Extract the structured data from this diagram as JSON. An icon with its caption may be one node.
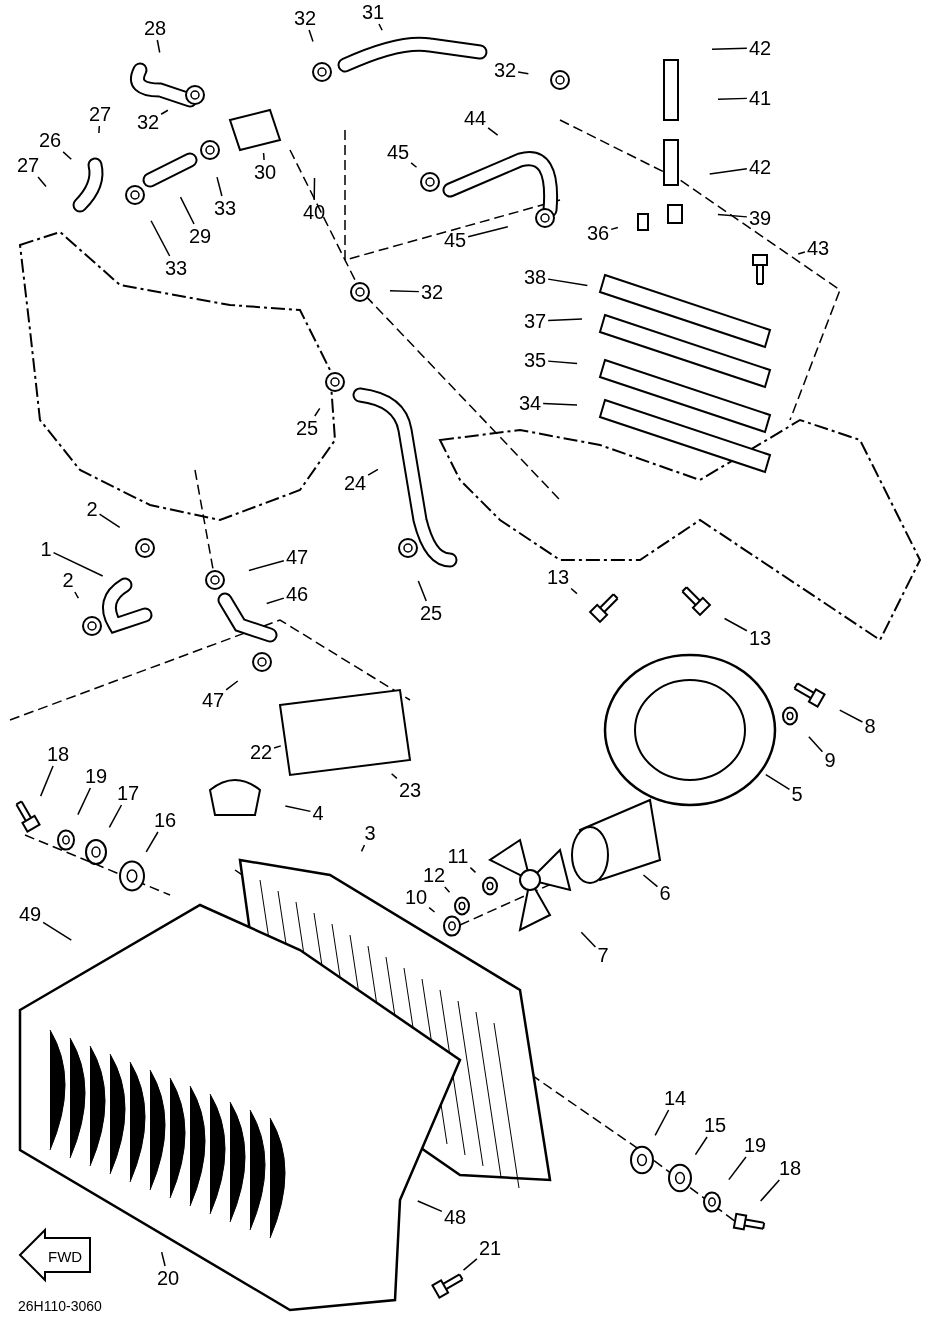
{
  "diagram": {
    "nodes": [
      {
        "text": [
          "28"
        ]
      },
      {
        "text": [
          "32"
        ]
      },
      {
        "text": [
          "31"
        ]
      },
      {
        "text": [
          "32"
        ]
      },
      {
        "text": [
          "42"
        ]
      },
      {
        "text": [
          "41"
        ]
      },
      {
        "text": [
          "27"
        ]
      },
      {
        "text": [
          "32"
        ]
      },
      {
        "text": [
          "26"
        ]
      },
      {
        "text": [
          "45"
        ]
      },
      {
        "text": [
          "44"
        ]
      },
      {
        "text": [
          "42"
        ]
      },
      {
        "text": [
          "27"
        ]
      },
      {
        "text": [
          "30"
        ]
      },
      {
        "text": [
          "33"
        ]
      },
      {
        "text": [
          "40"
        ]
      },
      {
        "text": [
          "39"
        ]
      },
      {
        "text": [
          "36"
        ]
      },
      {
        "text": [
          "29"
        ]
      },
      {
        "text": [
          "45"
        ]
      },
      {
        "text": [
          "43"
        ]
      },
      {
        "text": [
          "33"
        ]
      },
      {
        "text": [
          "38"
        ]
      },
      {
        "text": [
          "32"
        ]
      },
      {
        "text": [
          "37"
        ]
      },
      {
        "text": [
          "35"
        ]
      },
      {
        "text": [
          "34"
        ]
      },
      {
        "text": [
          "25"
        ]
      },
      {
        "text": [
          "24"
        ]
      },
      {
        "text": [
          "2"
        ]
      },
      {
        "text": [
          "1"
        ]
      },
      {
        "text": [
          "47"
        ]
      },
      {
        "text": [
          "13"
        ]
      },
      {
        "text": [
          "2"
        ]
      },
      {
        "text": [
          "46"
        ]
      },
      {
        "text": [
          "25"
        ]
      },
      {
        "text": [
          "13"
        ]
      },
      {
        "text": [
          "47"
        ]
      },
      {
        "text": [
          "8"
        ]
      },
      {
        "text": [
          "22"
        ]
      },
      {
        "text": [
          "18"
        ]
      },
      {
        "text": [
          "9"
        ]
      },
      {
        "text": [
          "19"
        ]
      },
      {
        "text": [
          "23"
        ]
      },
      {
        "text": [
          "17"
        ]
      },
      {
        "text": [
          "5"
        ]
      },
      {
        "text": [
          "4"
        ]
      },
      {
        "text": [
          "16"
        ]
      },
      {
        "text": [
          "3"
        ]
      },
      {
        "text": [
          "11"
        ]
      },
      {
        "text": [
          "12"
        ]
      },
      {
        "text": [
          "6"
        ]
      },
      {
        "text": [
          "10"
        ]
      },
      {
        "text": [
          "49"
        ]
      },
      {
        "text": [
          "7"
        ]
      },
      {
        "text": [
          "14"
        ]
      },
      {
        "text": [
          "15"
        ]
      },
      {
        "text": [
          "19"
        ]
      },
      {
        "text": [
          "18"
        ]
      },
      {
        "text": [
          "48"
        ]
      },
      {
        "text": [
          "21"
        ]
      },
      {
        "text": [
          "20"
        ]
      }
    ],
    "edges": [
      {
        "from": 0,
        "to": null,
        "arrow": "none"
      },
      {
        "from": 1,
        "to": null,
        "arrow": "none"
      },
      {
        "from": 2,
        "to": null,
        "arrow": "none"
      },
      {
        "from": 3,
        "to": null,
        "arrow": "none"
      },
      {
        "from": 4,
        "to": null,
        "arrow": "none"
      },
      {
        "from": 5,
        "to": null,
        "arrow": "none"
      },
      {
        "from": 6,
        "to": null,
        "arrow": "none"
      },
      {
        "from": 7,
        "to": null,
        "arrow": "none"
      },
      {
        "from": 8,
        "to": null,
        "arrow": "none"
      },
      {
        "from": 9,
        "to": null,
        "arrow": "none"
      },
      {
        "from": 10,
        "to": null,
        "arrow": "none"
      },
      {
        "from": 11,
        "to": null,
        "arrow": "none"
      },
      {
        "from": 12,
        "to": null,
        "arrow": "none"
      },
      {
        "from": 13,
        "to": null,
        "arrow": "none"
      },
      {
        "from": 14,
        "to": null,
        "arrow": "none"
      },
      {
        "from": 15,
        "to": null,
        "arrow": "none"
      },
      {
        "from": 16,
        "to": null,
        "arrow": "none"
      },
      {
        "from": 17,
        "to": null,
        "arrow": "none"
      },
      {
        "from": 18,
        "to": null,
        "arrow": "none"
      },
      {
        "from": 19,
        "to": null,
        "arrow": "none"
      },
      {
        "from": 20,
        "to": null,
        "arrow": "none"
      },
      {
        "from": 21,
        "to": null,
        "arrow": "none"
      },
      {
        "from": 22,
        "to": null,
        "arrow": "none"
      },
      {
        "from": 23,
        "to": null,
        "arrow": "none"
      },
      {
        "from": 24,
        "to": null,
        "arrow": "none"
      },
      {
        "from": 25,
        "to": null,
        "arrow": "none"
      },
      {
        "from": 26,
        "to": null,
        "arrow": "none"
      },
      {
        "from": 27,
        "to": null,
        "arrow": "none"
      },
      {
        "from": 28,
        "to": null,
        "arrow": "none"
      },
      {
        "from": 29,
        "to": null,
        "arrow": "none"
      },
      {
        "from": 30,
        "to": null,
        "arrow": "none"
      },
      {
        "from": 31,
        "to": null,
        "arrow": "none"
      },
      {
        "from": 32,
        "to": null,
        "arrow": "none"
      },
      {
        "from": 33,
        "to": null,
        "arrow": "none"
      },
      {
        "from": 34,
        "to": null,
        "arrow": "none"
      },
      {
        "from": 35,
        "to": null,
        "arrow": "none"
      },
      {
        "from": 36,
        "to": null,
        "arrow": "none"
      },
      {
        "from": 37,
        "to": null,
        "arrow": "none"
      },
      {
        "from": 38,
        "to": null,
        "arrow": "none"
      },
      {
        "from": 39,
        "to": null,
        "arrow": "none"
      },
      {
        "from": 40,
        "to": null,
        "arrow": "none"
      },
      {
        "from": 41,
        "to": null,
        "arrow": "none"
      },
      {
        "from": 42,
        "to": null,
        "arrow": "none"
      },
      {
        "from": 43,
        "to": null,
        "arrow": "none"
      },
      {
        "from": 44,
        "to": null,
        "arrow": "none"
      },
      {
        "from": 45,
        "to": null,
        "arrow": "none"
      },
      {
        "from": 46,
        "to": null,
        "arrow": "none"
      },
      {
        "from": 47,
        "to": null,
        "arrow": "none"
      },
      {
        "from": 48,
        "to": null,
        "arrow": "none"
      },
      {
        "from": 49,
        "to": null,
        "arrow": "none"
      },
      {
        "from": 50,
        "to": null,
        "arrow": "none"
      },
      {
        "from": 51,
        "to": null,
        "arrow": "none"
      },
      {
        "from": 52,
        "to": null,
        "arrow": "none"
      },
      {
        "from": 53,
        "to": null,
        "arrow": "none"
      },
      {
        "from": 54,
        "to": null,
        "arrow": "none"
      },
      {
        "from": 55,
        "to": null,
        "arrow": "none"
      },
      {
        "from": 56,
        "to": null,
        "arrow": "none"
      },
      {
        "from": 57,
        "to": null,
        "arrow": "none"
      },
      {
        "from": 58,
        "to": null,
        "arrow": "none"
      },
      {
        "from": 59,
        "to": null,
        "arrow": "none"
      },
      {
        "from": 60,
        "to": null,
        "arrow": "none"
      },
      {
        "from": 61,
        "to": null,
        "arrow": "none"
      }
    ],
    "labels": [
      "FWD",
      "26H110-3060"
    ]
  }
}
